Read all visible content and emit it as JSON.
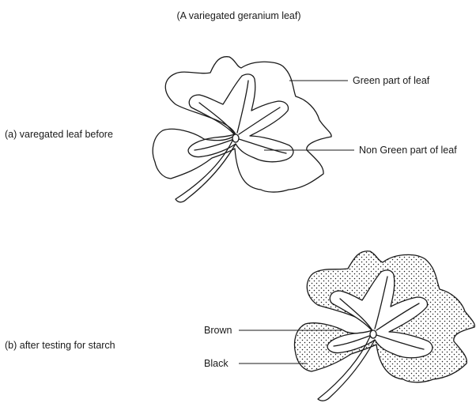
{
  "title": "(A variegated geranium leaf)",
  "section_a": {
    "label": "(a) varegated leaf before",
    "green_part_label": "Green part of leaf",
    "non_green_part_label": "Non Green part of leaf"
  },
  "section_b": {
    "label": "(b) after testing for starch",
    "brown_label": "Brown",
    "black_label": "Black"
  }
}
